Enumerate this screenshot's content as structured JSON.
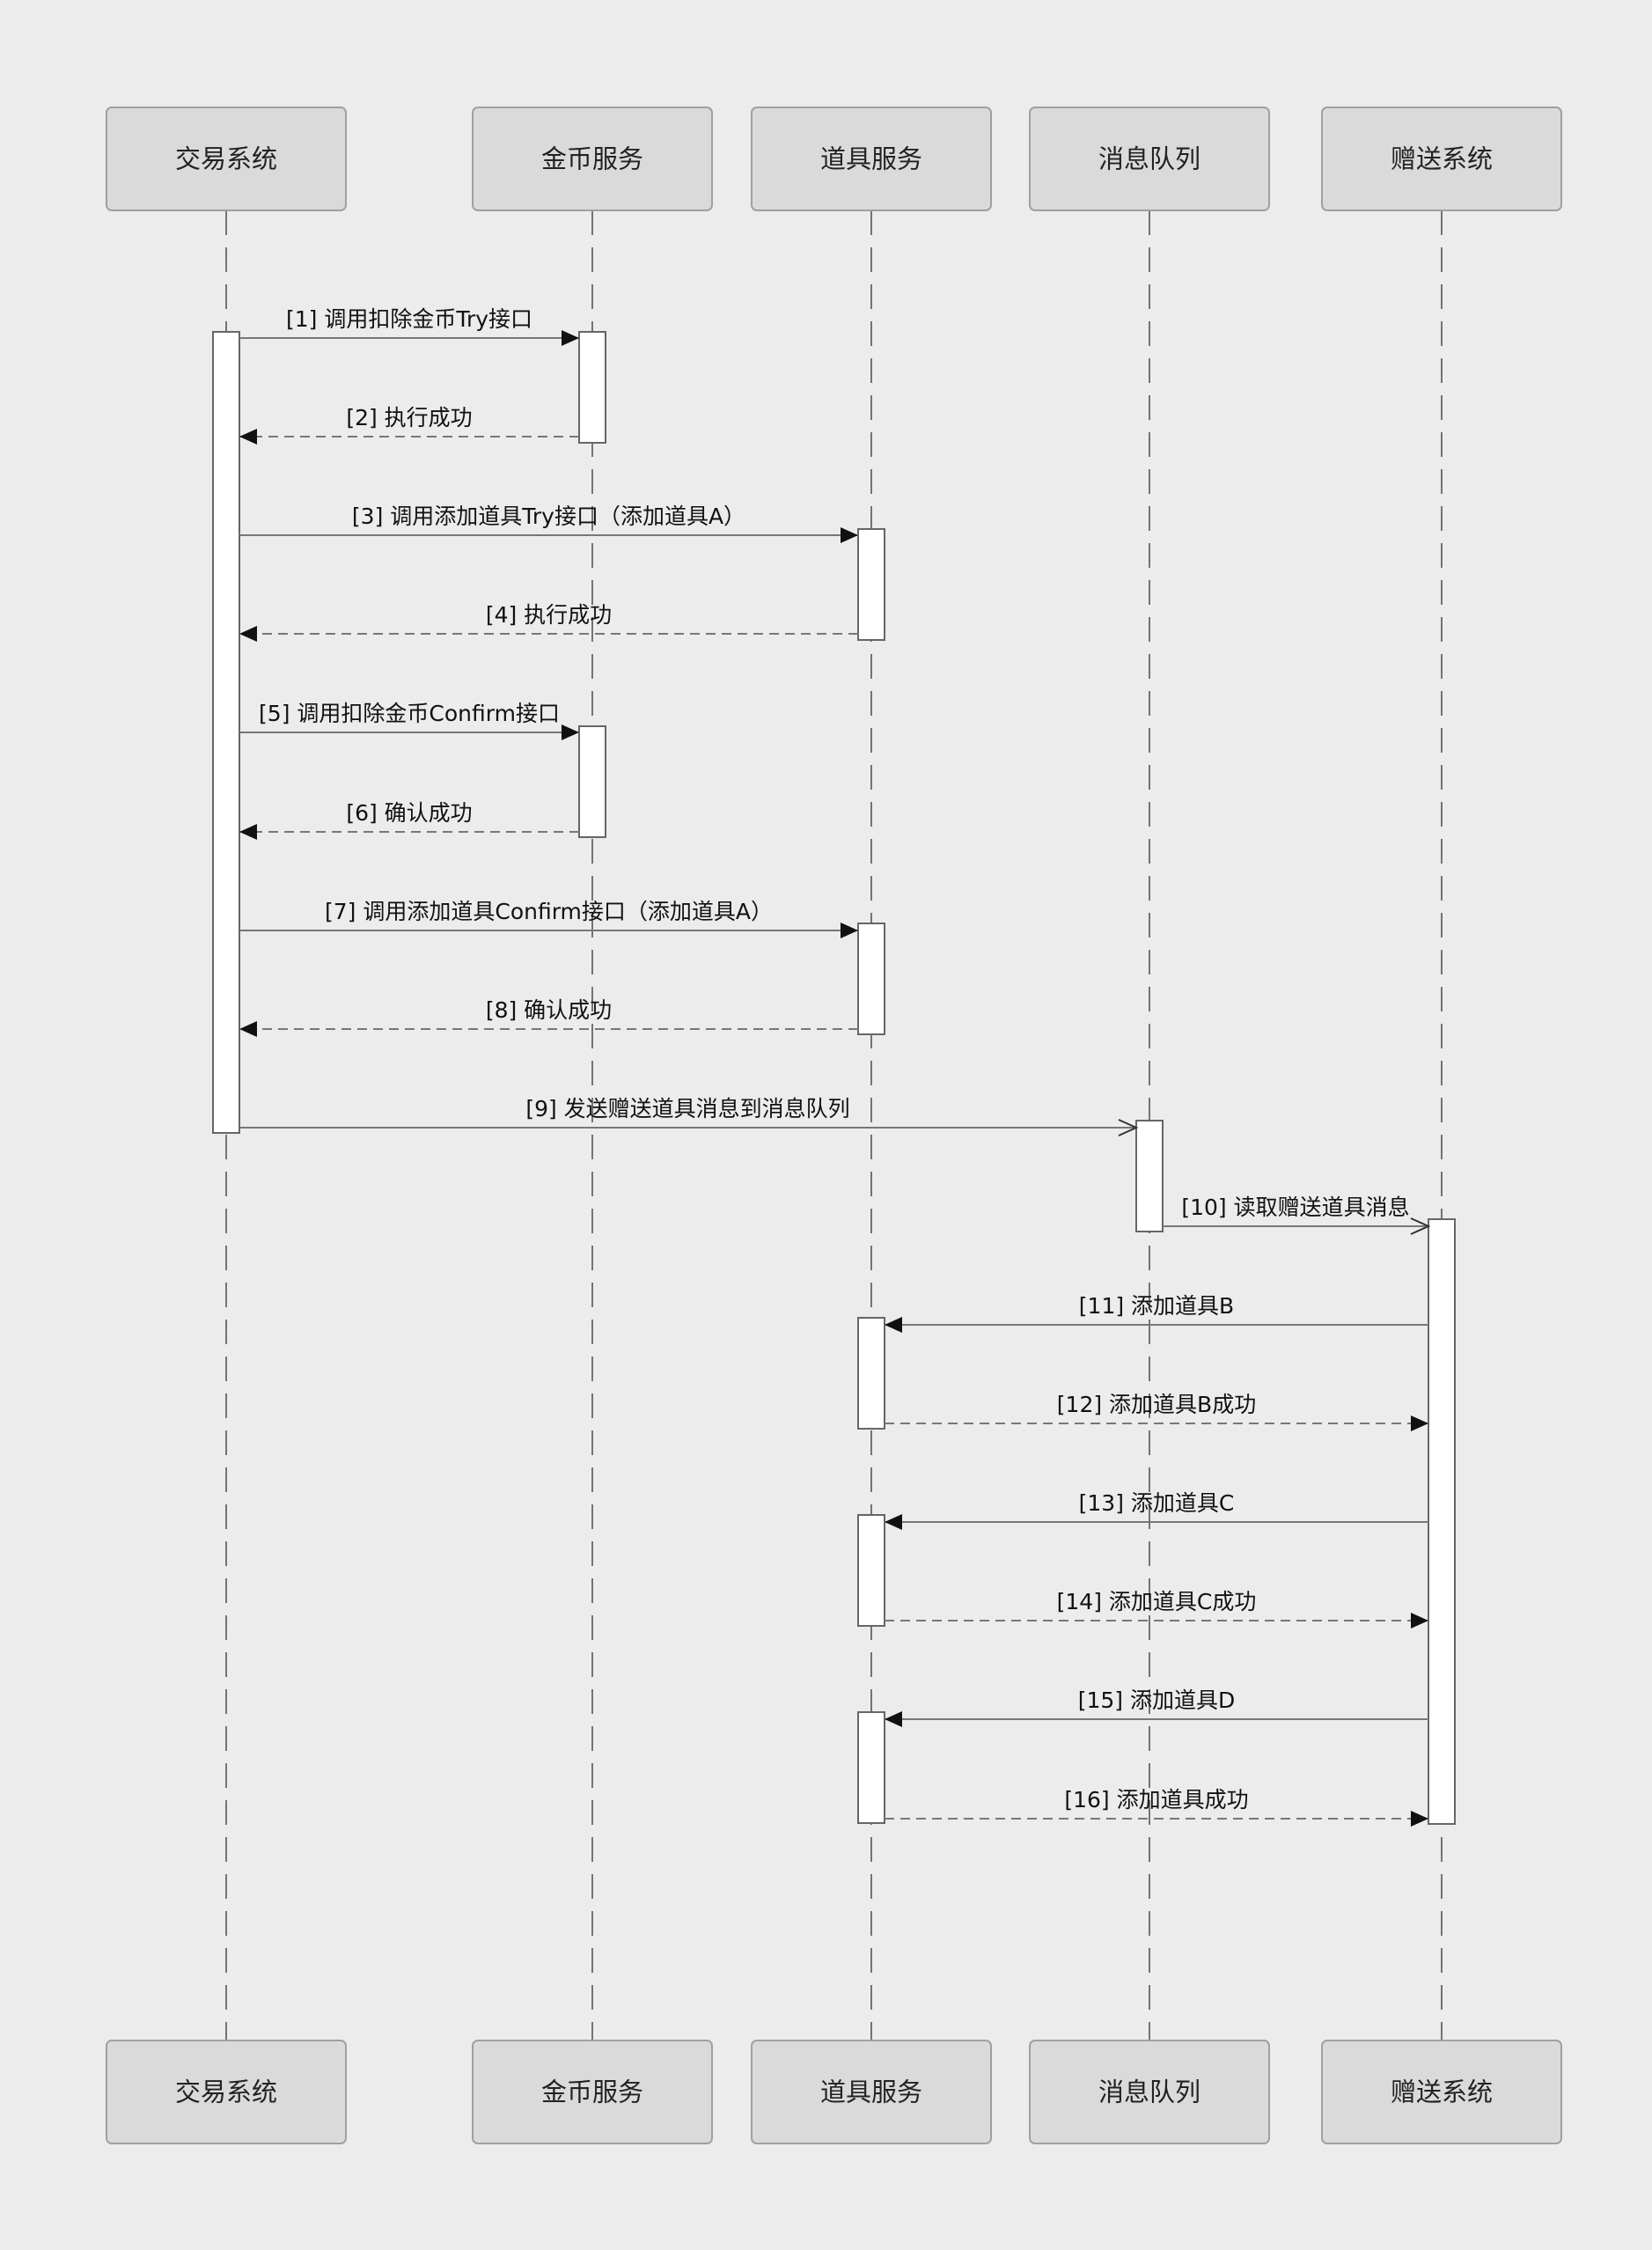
{
  "participants": [
    {
      "id": "trade",
      "label": "交易系统"
    },
    {
      "id": "coin",
      "label": "金币服务"
    },
    {
      "id": "item",
      "label": "道具服务"
    },
    {
      "id": "mq",
      "label": "消息队列"
    },
    {
      "id": "gift",
      "label": "赠送系统"
    }
  ],
  "messages": [
    {
      "label": "[1] 调用扣除金币Try接口",
      "from": "trade",
      "to": "coin",
      "style": "solid",
      "arrow": "filled"
    },
    {
      "label": "[2] 执行成功",
      "from": "coin",
      "to": "trade",
      "style": "dashed",
      "arrow": "filled"
    },
    {
      "label": "[3] 调用添加道具Try接口（添加道具A）",
      "from": "trade",
      "to": "item",
      "style": "solid",
      "arrow": "filled"
    },
    {
      "label": "[4] 执行成功",
      "from": "item",
      "to": "trade",
      "style": "dashed",
      "arrow": "filled"
    },
    {
      "label": "[5] 调用扣除金币Confirm接口",
      "from": "trade",
      "to": "coin",
      "style": "solid",
      "arrow": "filled"
    },
    {
      "label": "[6] 确认成功",
      "from": "coin",
      "to": "trade",
      "style": "dashed",
      "arrow": "filled"
    },
    {
      "label": "[7] 调用添加道具Confirm接口（添加道具A）",
      "from": "trade",
      "to": "item",
      "style": "solid",
      "arrow": "filled"
    },
    {
      "label": "[8] 确认成功",
      "from": "item",
      "to": "trade",
      "style": "dashed",
      "arrow": "filled"
    },
    {
      "label": "[9] 发送赠送道具消息到消息队列",
      "from": "trade",
      "to": "mq",
      "style": "solid",
      "arrow": "open"
    },
    {
      "label": "[10] 读取赠送道具消息",
      "from": "mq",
      "to": "gift",
      "style": "solid",
      "arrow": "open"
    },
    {
      "label": "[11] 添加道具B",
      "from": "gift",
      "to": "item",
      "style": "solid",
      "arrow": "filled"
    },
    {
      "label": "[12] 添加道具B成功",
      "from": "item",
      "to": "gift",
      "style": "dashed",
      "arrow": "filled"
    },
    {
      "label": "[13] 添加道具C",
      "from": "gift",
      "to": "item",
      "style": "solid",
      "arrow": "filled"
    },
    {
      "label": "[14] 添加道具C成功",
      "from": "item",
      "to": "gift",
      "style": "dashed",
      "arrow": "filled"
    },
    {
      "label": "[15] 添加道具D",
      "from": "gift",
      "to": "item",
      "style": "solid",
      "arrow": "filled"
    },
    {
      "label": "[16] 添加道具成功",
      "from": "item",
      "to": "gift",
      "style": "dashed",
      "arrow": "filled"
    }
  ]
}
